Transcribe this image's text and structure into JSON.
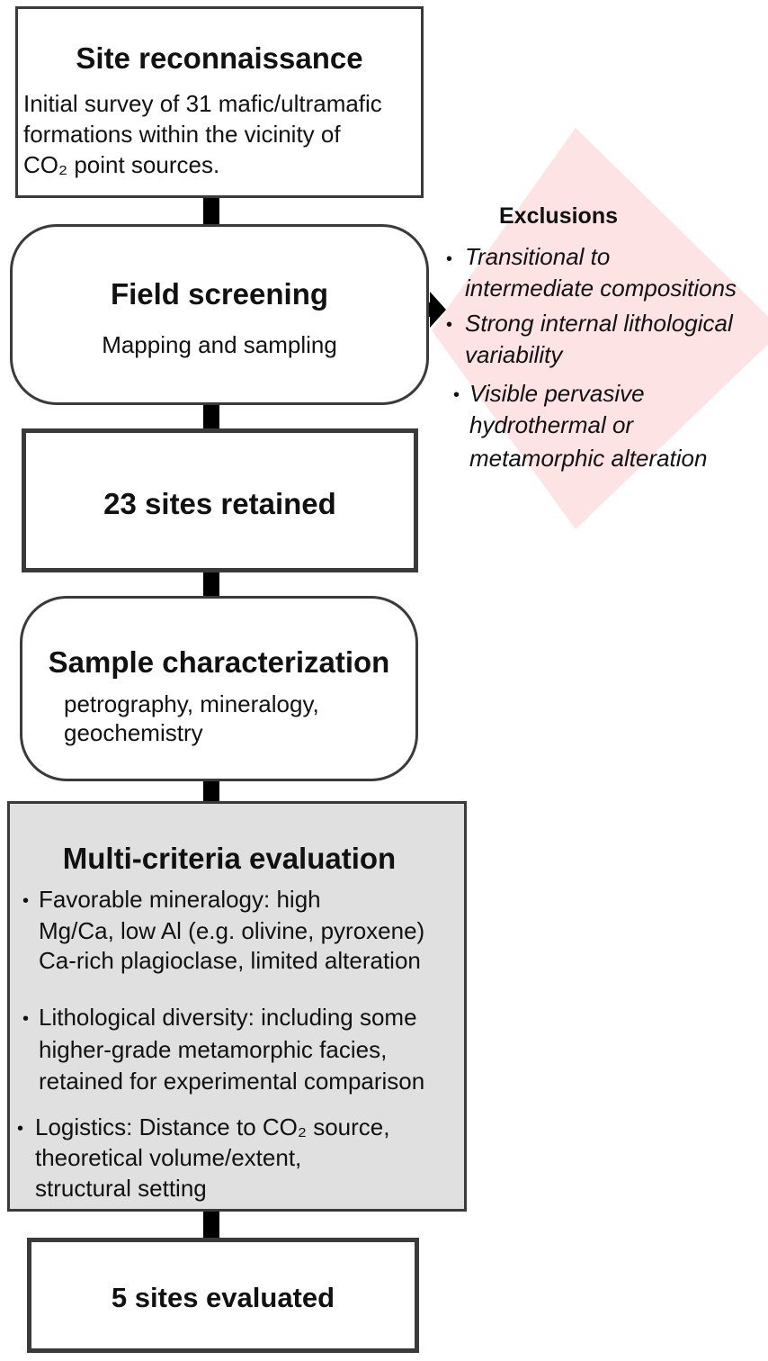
{
  "site_reconnaissance": {
    "title": "Site reconnaissance",
    "lines": [
      "Initial survey of 31 mafic/ultramafic",
      "formations within the vicinity of",
      "CO₂ point sources."
    ]
  },
  "field_screening": {
    "title": "Field screening",
    "subtitle": "Mapping and sampling"
  },
  "exclusions": {
    "title": "Exclusions",
    "items": [
      {
        "lines": [
          "Transitional to",
          "intermediate compositions"
        ]
      },
      {
        "lines": [
          "Strong internal lithological",
          "variability"
        ]
      },
      {
        "lines": [
          "Visible pervasive",
          "hydrothermal or",
          "metamorphic alteration"
        ]
      }
    ]
  },
  "sites_retained": {
    "title": "23 sites retained"
  },
  "sample_characterization": {
    "title": "Sample characterization",
    "lines": [
      "petrography, mineralogy,",
      "geochemistry"
    ]
  },
  "multi_criteria": {
    "title": "Multi-criteria evaluation",
    "items": [
      {
        "lines": [
          "Favorable mineralogy: high",
          "Mg/Ca, low Al (e.g. olivine, pyroxene)",
          "Ca-rich plagioclase, limited alteration"
        ]
      },
      {
        "lines": [
          "Lithological diversity: including some",
          "higher-grade metamorphic facies,",
          "retained for experimental comparison"
        ]
      },
      {
        "lines": [
          "Logistics: Distance to CO₂ source,",
          "theoretical volume/extent,",
          "structural setting"
        ]
      }
    ]
  },
  "sites_evaluated": {
    "title": "5 sites evaluated"
  },
  "colors": {
    "border": "#3a3a3a",
    "arrow": "#000000",
    "exclusion_fill": "#fde3e3",
    "evaluation_fill": "#e0e0e0"
  }
}
